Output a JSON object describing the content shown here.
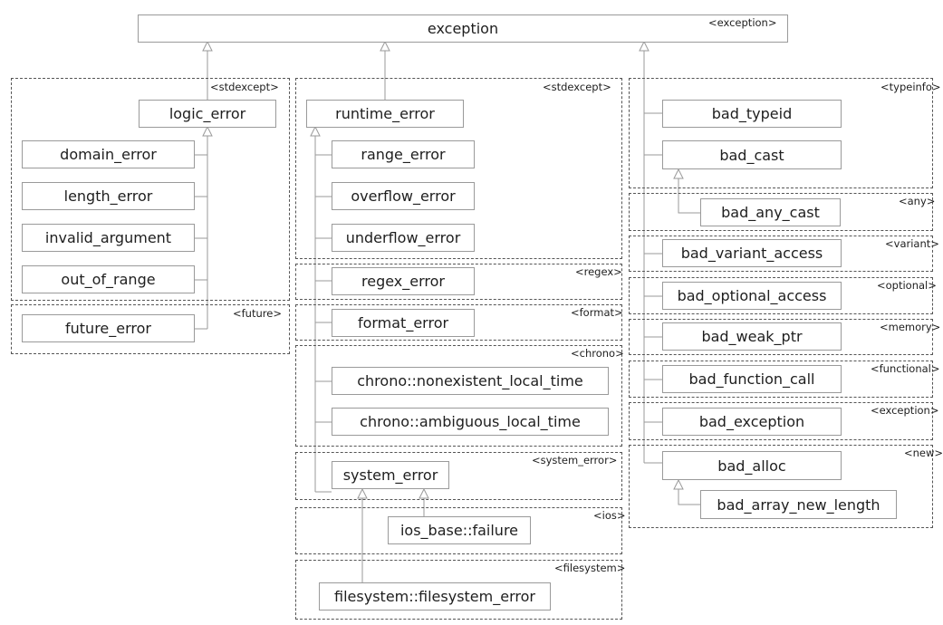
{
  "root": {
    "label": "exception",
    "header": "<exception>"
  },
  "groups": {
    "stdexcept_logic": "<stdexcept>",
    "future": "<future>",
    "stdexcept_runtime": "<stdexcept>",
    "regex": "<regex>",
    "format": "<format>",
    "chrono": "<chrono>",
    "system_error": "<system_error>",
    "ios": "<ios>",
    "filesystem": "<filesystem>",
    "typeinfo": "<typeinfo>",
    "any": "<any>",
    "variant": "<variant>",
    "optional": "<optional>",
    "memory": "<memory>",
    "functional": "<functional>",
    "exception_hdr": "<exception>",
    "new": "<new>"
  },
  "classes": {
    "logic_error": "logic_error",
    "domain_error": "domain_error",
    "length_error": "length_error",
    "invalid_argument": "invalid_argument",
    "out_of_range": "out_of_range",
    "future_error": "future_error",
    "runtime_error": "runtime_error",
    "range_error": "range_error",
    "overflow_error": "overflow_error",
    "underflow_error": "underflow_error",
    "regex_error": "regex_error",
    "format_error": "format_error",
    "nonexistent_local_time": "chrono::nonexistent_local_time",
    "ambiguous_local_time": "chrono::ambiguous_local_time",
    "system_error": "system_error",
    "ios_failure": "ios_base::failure",
    "filesystem_error": "filesystem::filesystem_error",
    "bad_typeid": "bad_typeid",
    "bad_cast": "bad_cast",
    "bad_any_cast": "bad_any_cast",
    "bad_variant_access": "bad_variant_access",
    "bad_optional_access": "bad_optional_access",
    "bad_weak_ptr": "bad_weak_ptr",
    "bad_function_call": "bad_function_call",
    "bad_exception": "bad_exception",
    "bad_alloc": "bad_alloc",
    "bad_array_new_length": "bad_array_new_length"
  }
}
